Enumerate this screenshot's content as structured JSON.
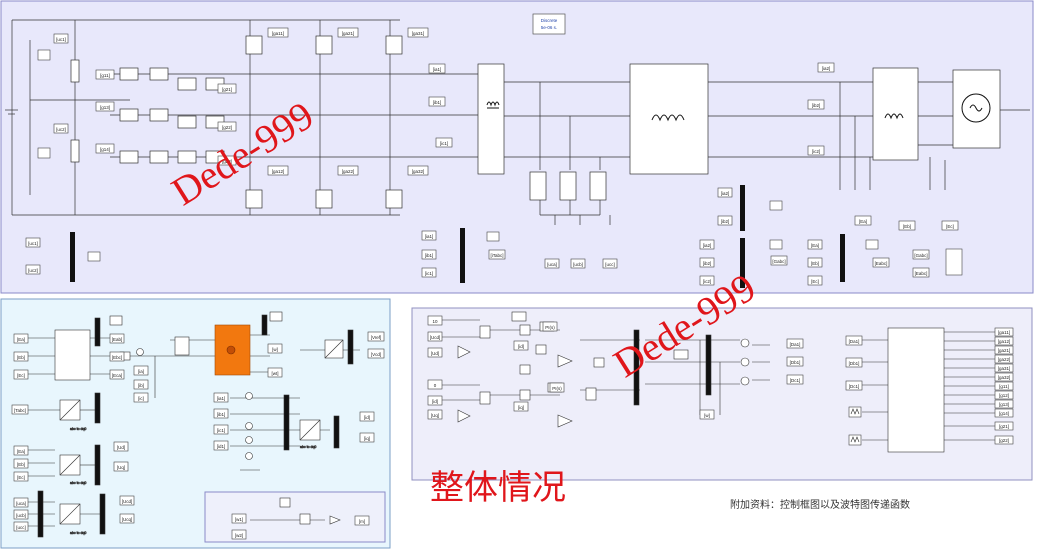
{
  "panels": {
    "top": {
      "discrete": {
        "line1": "Discrete",
        "line2": "5e-06 s."
      }
    },
    "bottom_left": {},
    "bottom_middle": {},
    "bottom_right": {}
  },
  "labels": {
    "gate_top_left": [
      "[g11]",
      "[g12]",
      "[g13]"
    ],
    "gate_left_bridge": [
      "[g11]",
      "[g13]",
      "[g14]"
    ],
    "gate_right_bridge": [
      "[g21]",
      "[g22]",
      "[g23]"
    ],
    "gate_switch_top": [
      "[ga11]",
      "[ga21]",
      "[ga31]"
    ],
    "gate_switch_bottom": [
      "[ga12]",
      "[ga22]",
      "[ga32]"
    ],
    "goto_dc": [
      "[uc1]",
      "[uc2]"
    ],
    "goto_top_right_a": [
      "[ia1]",
      "[ib1]",
      "[ic1]"
    ],
    "goto_top_right_b": [
      "[ia2]",
      "[ib2]",
      "[ic2]"
    ],
    "goto_top_right_c": [
      "[ia3]",
      "[ib3]",
      "[ic3]"
    ],
    "goto_load": [
      "[Ea]",
      "[Eb]",
      "[Ec]"
    ],
    "goto_cap": [
      "[uca]",
      "[ucb]",
      "[ucc]"
    ],
    "scope_uc": [
      "[uc1]",
      "[uc2]"
    ],
    "scope_mid_a": [
      "[ia1]",
      "[ib1]",
      "[ic1]",
      "[iTabc]"
    ],
    "scope_mid_b": [
      "[ia2]",
      "[ib2]",
      "[ic2]",
      "[Gabc]"
    ],
    "scope_right": [
      "[Ea]",
      "[Eb]",
      "[Ec]",
      "[Eabc]"
    ],
    "scope_far": [
      "[Gabc]",
      "[Eabc]"
    ],
    "bl_inputs_a": [
      "[Ea]",
      "[Eb]",
      "[Ec]"
    ],
    "bl_outputs_a": [
      "[Eab]",
      "[Ebc]",
      "[Eca]"
    ],
    "bl_inputs_b": [
      "[ia]",
      "[ib]",
      "[ic]"
    ],
    "bl_inputs_c": [
      "[Tabc]"
    ],
    "bl_inputs_d": [
      "[Ea]",
      "[Eb]",
      "[Ec]"
    ],
    "bl_outputs_d": [
      "[Ud]",
      "[Uq]"
    ],
    "bl_inputs_e": [
      "[uca]",
      "[ucb]",
      "[ucc]"
    ],
    "bl_outputs_e": [
      "[Ucd]",
      "[Ucq]"
    ],
    "bl_pll_in": [
      "[w]",
      "[wt]"
    ],
    "bl_mid_in": [
      "[ia1]",
      "[ib1]",
      "[ic1]",
      "[id1]"
    ],
    "bl_mid_out": [
      "[id]",
      "[iq]"
    ],
    "bl_right_out": [
      "[Vref]",
      "[Vcd]"
    ],
    "bl_block_text": {
      "ibn": "abc to dq0",
      "ibn2": "abc to dq0",
      "ibn3": "abc to dq0",
      "ibn4": "abc to dq0"
    },
    "bl_bottom_in": [
      "[w1]",
      "[w2]"
    ],
    "bl_bottom_out": "[m]",
    "bm_inputs": [
      "[Ud]",
      "[Uq]",
      "[Ucd]",
      "[id]",
      "[iq]"
    ],
    "bm_const": [
      "10",
      "0"
    ],
    "bm_pi": [
      "PI(s)",
      "PI(s)"
    ],
    "bm_out": [
      "[Da1]",
      "[Db1]",
      "[Dc1]"
    ],
    "br_in": [
      "[Da1]",
      "[Db1]",
      "[Dc1]"
    ],
    "br_out": [
      "[ga11]",
      "[ga12]",
      "[ga21]",
      "[ga22]",
      "[ga31]",
      "[ga32]",
      "[g11]",
      "[g12]",
      "[g13]",
      "[g14]",
      "[g21]",
      "[g22]"
    ]
  },
  "watermark": {
    "text1": "Dede-999",
    "text2": "Dede-999"
  },
  "title_cn": "整体情况",
  "note_cn": "附加资料：控制框图以及波特图传递函数",
  "colors": {
    "top_bg": "#e8e8fb",
    "bl_bg": "#e8f6fd",
    "br_bg": "#eeeefa",
    "orange": "#f2780f",
    "wire": "#333333",
    "watermark": "#e0161b"
  }
}
